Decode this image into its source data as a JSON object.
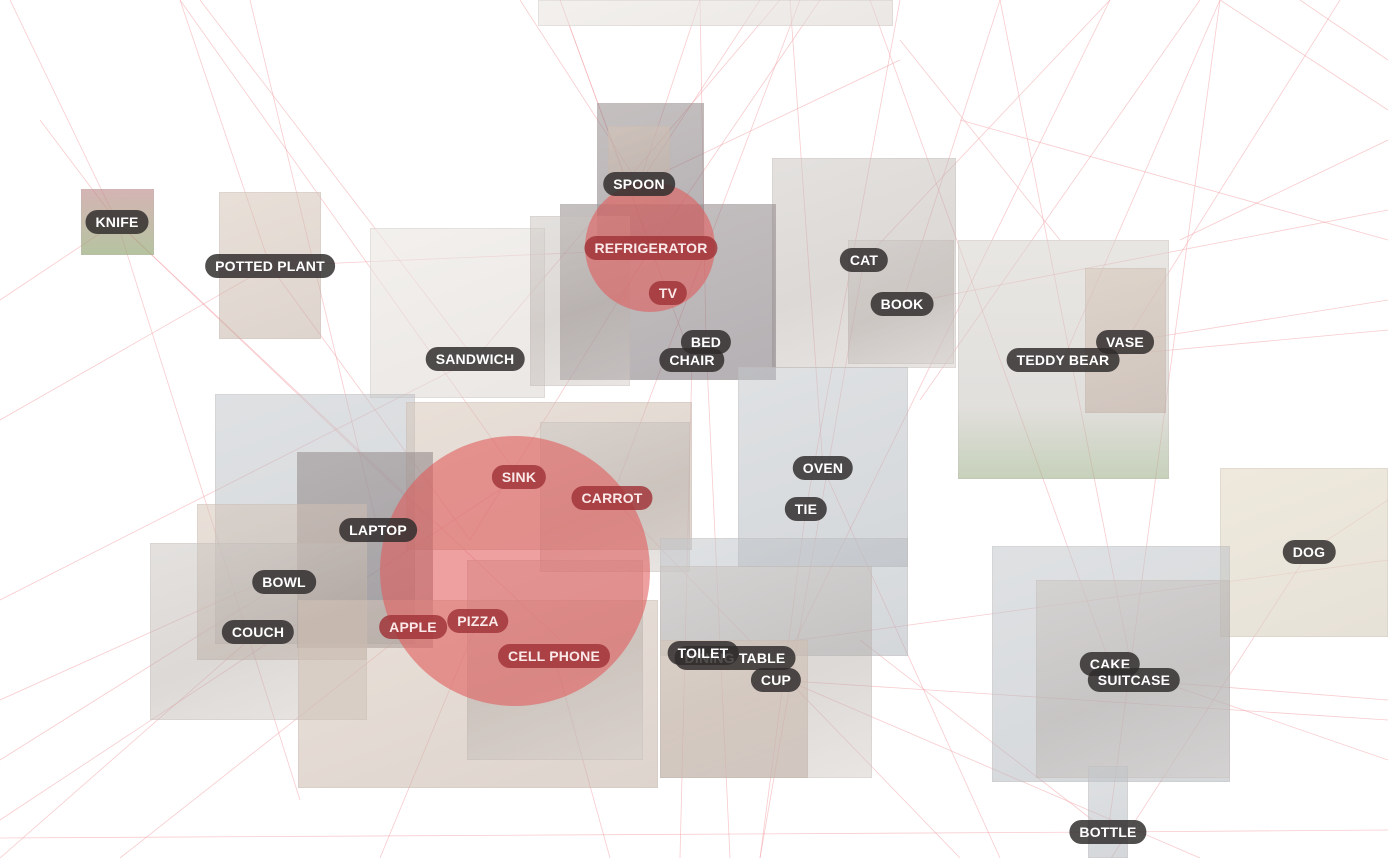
{
  "accent_line_color": "#f2a0a6",
  "highlight_color": "#e15a5a",
  "labels": {
    "knife": "KNIFE",
    "potted_plant": "POTTED PLANT",
    "spoon": "SPOON",
    "refrigerator": "REFRIGERATOR",
    "tv": "TV",
    "cat": "CAT",
    "book": "BOOK",
    "sandwich": "SANDWICH",
    "bed": "BED",
    "chair": "CHAIR",
    "vase": "VASE",
    "teddy_bear": "TEDDY BEAR",
    "sink": "SINK",
    "carrot": "CARROT",
    "oven": "OVEN",
    "tie": "TIE",
    "laptop": "LAPTOP",
    "bowl": "BOWL",
    "dog": "DOG",
    "couch": "COUCH",
    "apple": "APPLE",
    "pizza": "PIZZA",
    "cell_phone": "CELL PHONE",
    "toilet": "TOILET",
    "dining_table": "DINING TABLE",
    "cup": "CUP",
    "cake": "CAKE",
    "suitcase": "SUITCASE",
    "bottle": "BOTTLE"
  }
}
